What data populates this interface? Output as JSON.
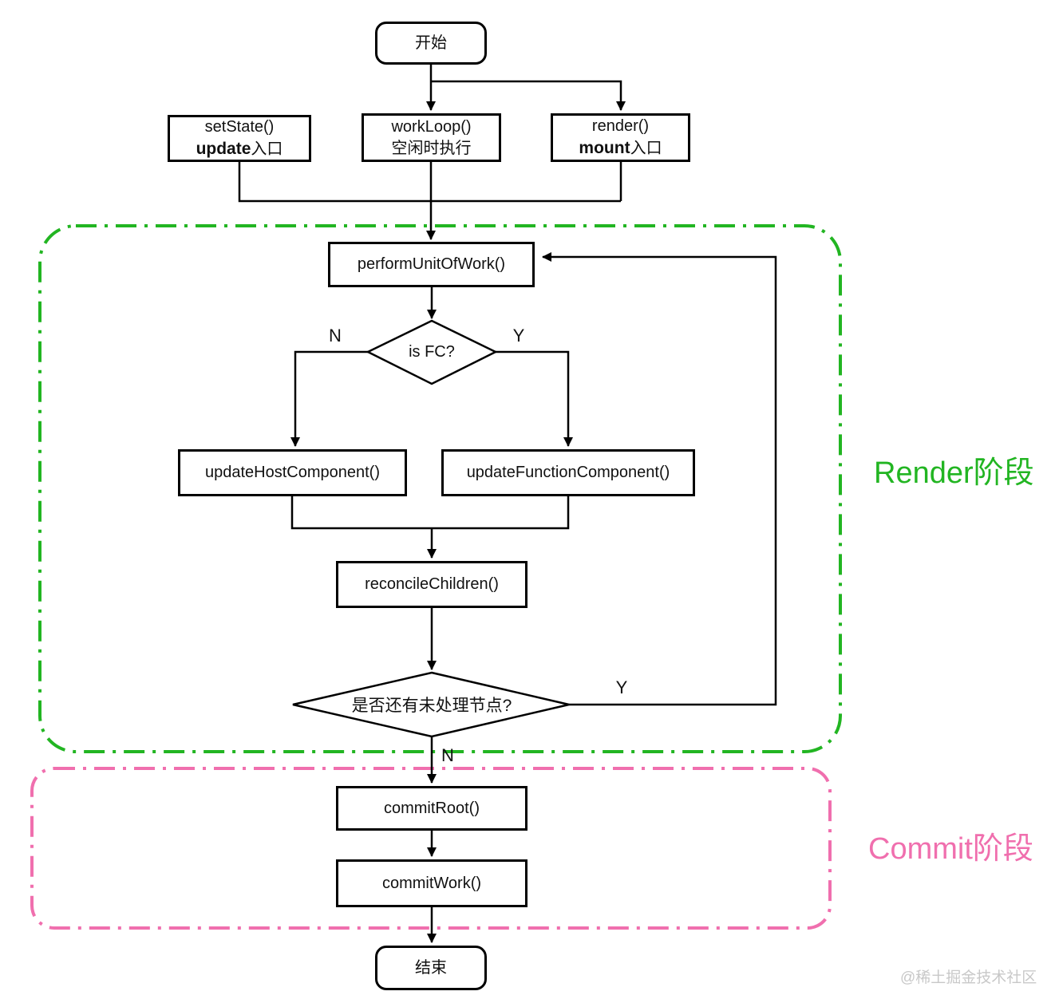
{
  "diagram": {
    "title": "React Fiber render/commit flowchart",
    "nodes": {
      "start": {
        "label": "开始"
      },
      "setState": {
        "line1": "setState()",
        "line2_bold": "update",
        "line2_rest": "入口"
      },
      "workLoop": {
        "line1": "workLoop()",
        "line2": "空闲时执行"
      },
      "render": {
        "line1": "render()",
        "line2_bold": "mount",
        "line2_rest": "入口"
      },
      "performUnitOfWork": {
        "label": "performUnitOfWork()"
      },
      "isFC": {
        "label": "is FC?",
        "branch_left": "N",
        "branch_right": "Y"
      },
      "updateHostComponent": {
        "label": "updateHostComponent()"
      },
      "updateFunctionComponent": {
        "label": "updateFunctionComponent()"
      },
      "reconcileChildren": {
        "label": "reconcileChildren()"
      },
      "hasUnprocessedNodes": {
        "label": "是否还有未处理节点?",
        "branch_right": "Y",
        "branch_bottom": "N"
      },
      "commitRoot": {
        "label": "commitRoot()"
      },
      "commitWork": {
        "label": "commitWork()"
      },
      "end": {
        "label": "结束"
      }
    },
    "regions": {
      "render_phase": {
        "label": "Render阶段",
        "color": "#22b522"
      },
      "commit_phase": {
        "label": "Commit阶段",
        "color": "#f06fae"
      }
    },
    "line_color": "#000000",
    "node_fill": "#ffffff",
    "node_border_color": "#000000"
  },
  "watermark": {
    "text": "@稀土掘金技术社区",
    "color": "#c8c8c8"
  }
}
